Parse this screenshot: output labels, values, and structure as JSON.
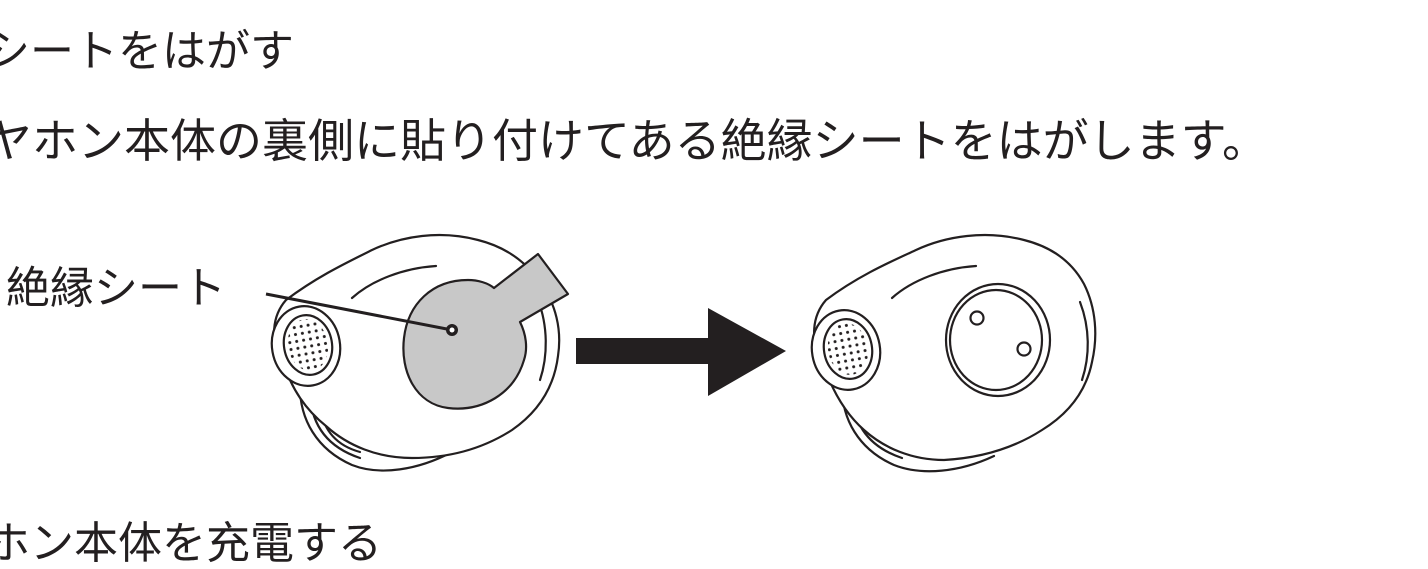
{
  "section": {
    "heading": "シートをはがす",
    "instruction": "ヤホン本体の裏側に貼り付けてある絶縁シートをはがします。"
  },
  "figure": {
    "callout_label": "絶縁シート",
    "sheet_color": "#c8c8c8",
    "ink_color": "#231f20",
    "arrow_icon": "right-arrow-icon"
  },
  "next_section": {
    "heading": "ホン本体を充電する"
  }
}
